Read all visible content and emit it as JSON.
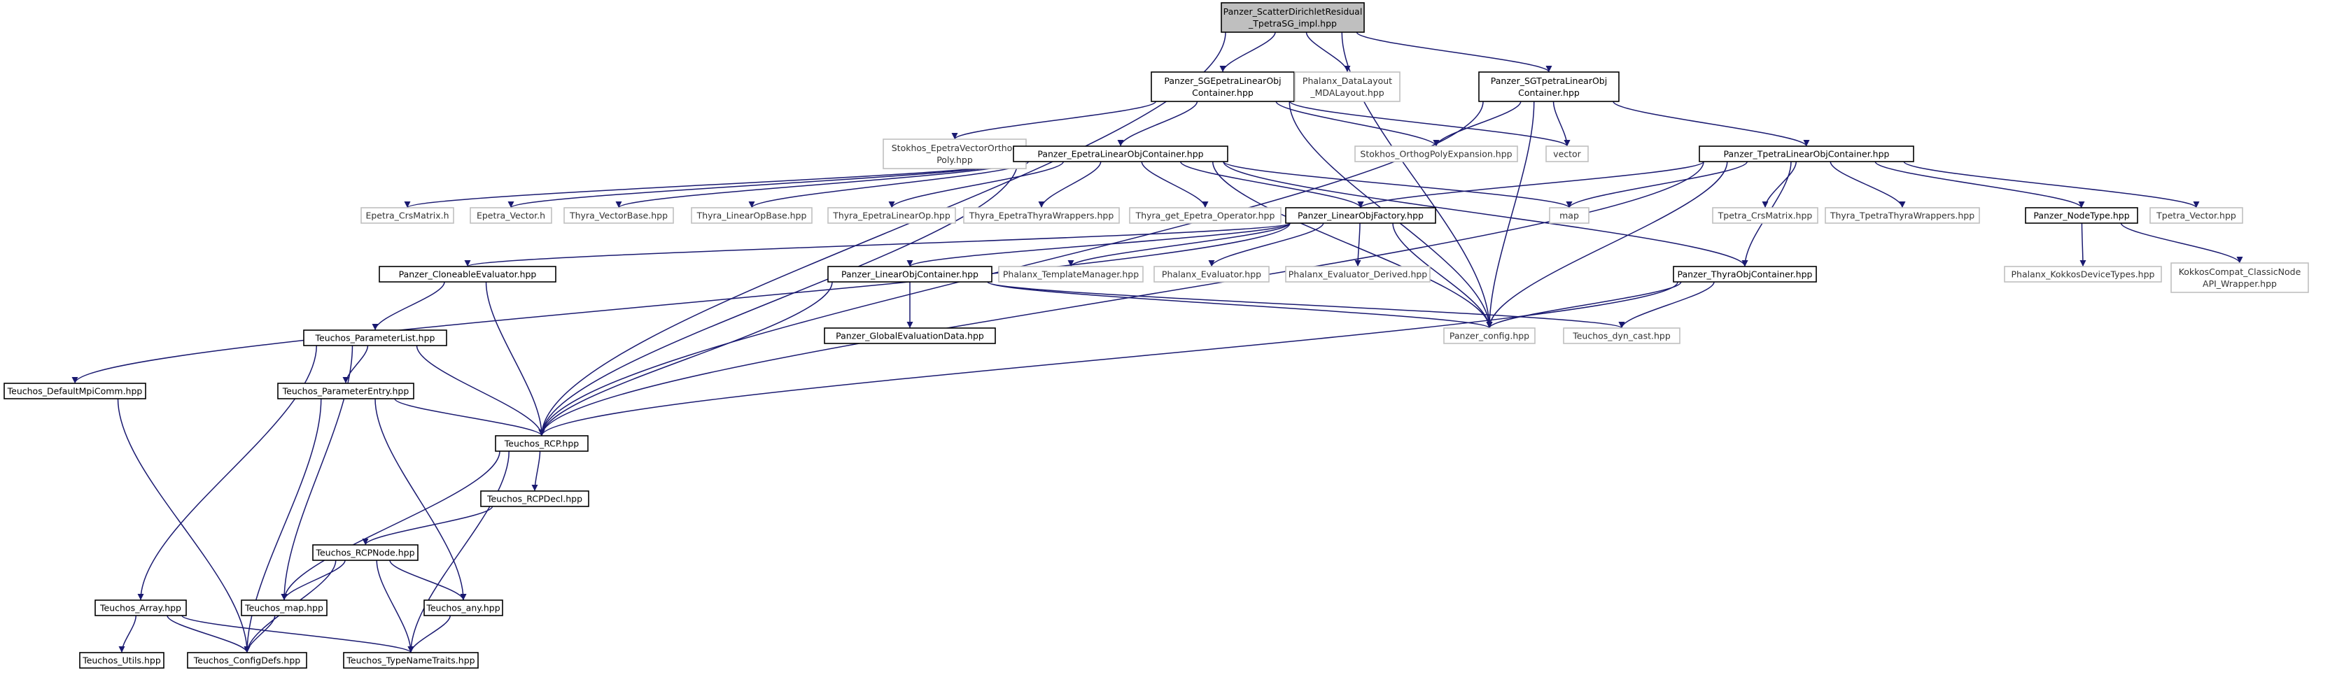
{
  "graph": {
    "nodes": [
      {
        "id": "root",
        "lines": [
          "Panzer_ScatterDirichletResidual",
          "_TpetraSG_impl.hpp"
        ],
        "style": "root"
      },
      {
        "id": "sgepetra",
        "lines": [
          "Panzer_SGEpetraLinearObj",
          "Container.hpp"
        ],
        "style": "normal"
      },
      {
        "id": "phalanx_dl",
        "lines": [
          "Phalanx_DataLayout",
          "_MDALayout.hpp"
        ],
        "style": "external"
      },
      {
        "id": "sgtpetra",
        "lines": [
          "Panzer_SGTpetraLinearObj",
          "Container.hpp"
        ],
        "style": "normal"
      },
      {
        "id": "stokhos_evop",
        "lines": [
          "Stokhos_EpetraVectorOrthog",
          "Poly.hpp"
        ],
        "style": "external"
      },
      {
        "id": "epetra_loc",
        "lines": [
          "Panzer_EpetraLinearObjContainer.hpp"
        ],
        "style": "normal"
      },
      {
        "id": "stokhos_ope",
        "lines": [
          "Stokhos_OrthogPolyExpansion.hpp"
        ],
        "style": "external"
      },
      {
        "id": "vector",
        "lines": [
          "vector"
        ],
        "style": "external"
      },
      {
        "id": "tpetra_loc",
        "lines": [
          "Panzer_TpetraLinearObjContainer.hpp"
        ],
        "style": "normal"
      },
      {
        "id": "epetra_crs",
        "lines": [
          "Epetra_CrsMatrix.h"
        ],
        "style": "external"
      },
      {
        "id": "epetra_vec",
        "lines": [
          "Epetra_Vector.h"
        ],
        "style": "external"
      },
      {
        "id": "thyra_vb",
        "lines": [
          "Thyra_VectorBase.hpp"
        ],
        "style": "external"
      },
      {
        "id": "thyra_lob",
        "lines": [
          "Thyra_LinearOpBase.hpp"
        ],
        "style": "external"
      },
      {
        "id": "thyra_elo",
        "lines": [
          "Thyra_EpetraLinearOp.hpp"
        ],
        "style": "external"
      },
      {
        "id": "thyra_etw",
        "lines": [
          "Thyra_EpetraThyraWrappers.hpp"
        ],
        "style": "external"
      },
      {
        "id": "thyra_geo",
        "lines": [
          "Thyra_get_Epetra_Operator.hpp"
        ],
        "style": "external"
      },
      {
        "id": "lof",
        "lines": [
          "Panzer_LinearObjFactory.hpp"
        ],
        "style": "normal"
      },
      {
        "id": "map",
        "lines": [
          "map"
        ],
        "style": "external"
      },
      {
        "id": "tpetra_crs",
        "lines": [
          "Tpetra_CrsMatrix.hpp"
        ],
        "style": "external"
      },
      {
        "id": "thyra_ttw",
        "lines": [
          "Thyra_TpetraThyraWrappers.hpp"
        ],
        "style": "external"
      },
      {
        "id": "nodetype",
        "lines": [
          "Panzer_NodeType.hpp"
        ],
        "style": "normal"
      },
      {
        "id": "tpetra_vec",
        "lines": [
          "Tpetra_Vector.hpp"
        ],
        "style": "external"
      },
      {
        "id": "cloneable",
        "lines": [
          "Panzer_CloneableEvaluator.hpp"
        ],
        "style": "normal"
      },
      {
        "id": "loc",
        "lines": [
          "Panzer_LinearObjContainer.hpp"
        ],
        "style": "normal"
      },
      {
        "id": "phx_tm",
        "lines": [
          "Phalanx_TemplateManager.hpp"
        ],
        "style": "external"
      },
      {
        "id": "phx_ev",
        "lines": [
          "Phalanx_Evaluator.hpp"
        ],
        "style": "external"
      },
      {
        "id": "phx_evd",
        "lines": [
          "Phalanx_Evaluator_Derived.hpp"
        ],
        "style": "external"
      },
      {
        "id": "thyraobj",
        "lines": [
          "Panzer_ThyraObjContainer.hpp"
        ],
        "style": "normal"
      },
      {
        "id": "phx_kdt",
        "lines": [
          "Phalanx_KokkosDeviceTypes.hpp"
        ],
        "style": "external"
      },
      {
        "id": "kokkoscompat",
        "lines": [
          "KokkosCompat_ClassicNode",
          "API_Wrapper.hpp"
        ],
        "style": "external"
      },
      {
        "id": "paramlist",
        "lines": [
          "Teuchos_ParameterList.hpp"
        ],
        "style": "normal"
      },
      {
        "id": "ged",
        "lines": [
          "Panzer_GlobalEvaluationData.hpp"
        ],
        "style": "normal"
      },
      {
        "id": "panzer_config",
        "lines": [
          "Panzer_config.hpp"
        ],
        "style": "external"
      },
      {
        "id": "dyn_cast",
        "lines": [
          "Teuchos_dyn_cast.hpp"
        ],
        "style": "external"
      },
      {
        "id": "mpicomm",
        "lines": [
          "Teuchos_DefaultMpiComm.hpp"
        ],
        "style": "normal"
      },
      {
        "id": "paramentry",
        "lines": [
          "Teuchos_ParameterEntry.hpp"
        ],
        "style": "normal"
      },
      {
        "id": "rcp",
        "lines": [
          "Teuchos_RCP.hpp"
        ],
        "style": "normal"
      },
      {
        "id": "rcpdecl",
        "lines": [
          "Teuchos_RCPDecl.hpp"
        ],
        "style": "normal"
      },
      {
        "id": "rcpnode",
        "lines": [
          "Teuchos_RCPNode.hpp"
        ],
        "style": "normal"
      },
      {
        "id": "tarray",
        "lines": [
          "Teuchos_Array.hpp"
        ],
        "style": "normal"
      },
      {
        "id": "tmap",
        "lines": [
          "Teuchos_map.hpp"
        ],
        "style": "normal"
      },
      {
        "id": "tany",
        "lines": [
          "Teuchos_any.hpp"
        ],
        "style": "normal"
      },
      {
        "id": "tutils",
        "lines": [
          "Teuchos_Utils.hpp"
        ],
        "style": "normal"
      },
      {
        "id": "configdefs",
        "lines": [
          "Teuchos_ConfigDefs.hpp"
        ],
        "style": "normal"
      },
      {
        "id": "typenametraits",
        "lines": [
          "Teuchos_TypeNameTraits.hpp"
        ],
        "style": "normal"
      }
    ],
    "edges": [
      [
        "root",
        "sgepetra"
      ],
      [
        "root",
        "phalanx_dl"
      ],
      [
        "root",
        "sgtpetra"
      ],
      [
        "root",
        "rcp"
      ],
      [
        "root",
        "panzer_config"
      ],
      [
        "sgepetra",
        "stokhos_evop"
      ],
      [
        "sgepetra",
        "epetra_loc"
      ],
      [
        "sgepetra",
        "stokhos_ope"
      ],
      [
        "sgepetra",
        "vector"
      ],
      [
        "sgepetra",
        "panzer_config"
      ],
      [
        "sgtpetra",
        "stokhos_ope"
      ],
      [
        "sgtpetra",
        "vector"
      ],
      [
        "sgtpetra",
        "tpetra_loc"
      ],
      [
        "sgtpetra",
        "panzer_config"
      ],
      [
        "sgtpetra",
        "rcp"
      ],
      [
        "epetra_loc",
        "epetra_crs"
      ],
      [
        "epetra_loc",
        "epetra_vec"
      ],
      [
        "epetra_loc",
        "thyra_vb"
      ],
      [
        "epetra_loc",
        "thyra_lob"
      ],
      [
        "epetra_loc",
        "thyra_elo"
      ],
      [
        "epetra_loc",
        "thyra_etw"
      ],
      [
        "epetra_loc",
        "thyra_geo"
      ],
      [
        "epetra_loc",
        "lof"
      ],
      [
        "epetra_loc",
        "map"
      ],
      [
        "epetra_loc",
        "thyraobj"
      ],
      [
        "epetra_loc",
        "panzer_config"
      ],
      [
        "epetra_loc",
        "rcp"
      ],
      [
        "tpetra_loc",
        "lof"
      ],
      [
        "tpetra_loc",
        "map"
      ],
      [
        "tpetra_loc",
        "tpetra_crs"
      ],
      [
        "tpetra_loc",
        "thyra_ttw"
      ],
      [
        "tpetra_loc",
        "nodetype"
      ],
      [
        "tpetra_loc",
        "tpetra_vec"
      ],
      [
        "tpetra_loc",
        "thyraobj"
      ],
      [
        "tpetra_loc",
        "panzer_config"
      ],
      [
        "tpetra_loc",
        "rcp"
      ],
      [
        "lof",
        "cloneable"
      ],
      [
        "lof",
        "loc"
      ],
      [
        "lof",
        "phx_tm"
      ],
      [
        "lof",
        "phx_ev"
      ],
      [
        "lof",
        "phx_evd"
      ],
      [
        "lof",
        "mpicomm"
      ],
      [
        "lof",
        "panzer_config"
      ],
      [
        "nodetype",
        "phx_kdt"
      ],
      [
        "nodetype",
        "kokkoscompat"
      ],
      [
        "cloneable",
        "paramlist"
      ],
      [
        "cloneable",
        "rcp"
      ],
      [
        "loc",
        "ged"
      ],
      [
        "loc",
        "panzer_config"
      ],
      [
        "loc",
        "dyn_cast"
      ],
      [
        "loc",
        "rcp"
      ],
      [
        "thyraobj",
        "panzer_config"
      ],
      [
        "thyraobj",
        "dyn_cast"
      ],
      [
        "thyraobj",
        "rcp"
      ],
      [
        "paramlist",
        "paramentry"
      ],
      [
        "paramlist",
        "rcp"
      ],
      [
        "paramlist",
        "tmap"
      ],
      [
        "paramlist",
        "tarray"
      ],
      [
        "paramentry",
        "rcp"
      ],
      [
        "paramentry",
        "tany"
      ],
      [
        "paramentry",
        "configdefs"
      ],
      [
        "mpicomm",
        "configdefs"
      ],
      [
        "rcp",
        "rcpdecl"
      ],
      [
        "rcp",
        "tmap"
      ],
      [
        "rcp",
        "typenametraits"
      ],
      [
        "rcpdecl",
        "rcpnode"
      ],
      [
        "rcpnode",
        "tmap"
      ],
      [
        "rcpnode",
        "tany"
      ],
      [
        "rcpnode",
        "configdefs"
      ],
      [
        "rcpnode",
        "typenametraits"
      ],
      [
        "tarray",
        "tutils"
      ],
      [
        "tarray",
        "configdefs"
      ],
      [
        "tarray",
        "typenametraits"
      ],
      [
        "tmap",
        "configdefs"
      ],
      [
        "tany",
        "typenametraits"
      ]
    ]
  },
  "colors": {
    "edge": "#191970",
    "normal_border": "#000000",
    "external_border": "#bfbfbf",
    "root_fill": "#bfbfbf",
    "text": "#000000",
    "external_text": "#333333"
  }
}
